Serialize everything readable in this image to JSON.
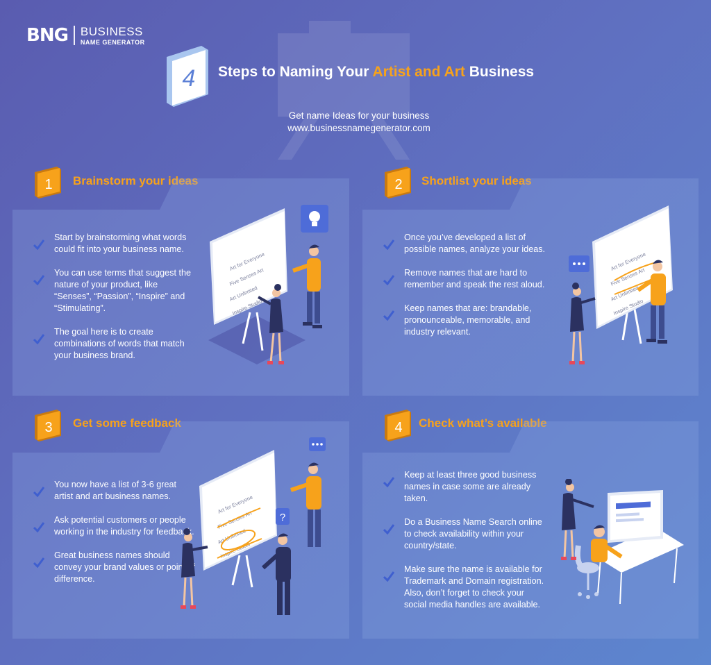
{
  "logo": {
    "mark": "BNG",
    "line1": "BUSINESS",
    "line2": "NAME GENERATOR"
  },
  "header": {
    "badge_number": "4",
    "title_before": "Steps to Naming Your ",
    "title_accent": "Artist and Art",
    "title_after": " Business",
    "subtitle": "Get name Ideas for your business",
    "url": "www.businessnamegenerator.com"
  },
  "steps": [
    {
      "number": "1",
      "heading": "Brainstorm your ideas",
      "items": [
        "Start by brainstorming what words could fit into your business name.",
        "You can use terms that suggest the nature of your product, like “Senses”, “Passion”, “Inspire” and “Stimulating”.",
        "The goal here is to create combinations of words that match your business brand."
      ],
      "board": [
        "Art for Everyone",
        "Five Senses Art",
        "Art Unlimited",
        "Inspire Studio"
      ]
    },
    {
      "number": "2",
      "heading": "Shortlist your ideas",
      "items": [
        "Once you’ve developed a list of possible names, analyze your ideas.",
        "Remove names that are hard to remember and speak the rest aloud.",
        "Keep names that are: brandable, pronounceable, memorable, and industry relevant."
      ],
      "board": [
        "Art for Everyone",
        "Five Senses Art",
        "Art Unlimited",
        "Inspire Studio"
      ]
    },
    {
      "number": "3",
      "heading": "Get some feedback",
      "items": [
        "You now have a list of 3-6 great artist and art business names.",
        "Ask potential customers or people working in the industry for feedback.",
        "Great business names should convey your brand values or point of difference."
      ],
      "board": [
        "Art for Everyone",
        "Five Senses Art",
        "Art Unlimited",
        "Inspire Studio"
      ]
    },
    {
      "number": "4",
      "heading": "Check what’s available",
      "items": [
        "Keep at least three good business names in case some are already taken.",
        "Do a Business Name Search online to check availability within your country/state.",
        "Make sure the name is available for Trademark and Domain registration. Also, don’t forget to check your social media handles are available."
      ]
    }
  ],
  "colors": {
    "accent": "#f7a21b",
    "check": "#3f5fcf",
    "board": "#ffffff",
    "skin": "#f3c5a2",
    "dark": "#2b3160"
  }
}
